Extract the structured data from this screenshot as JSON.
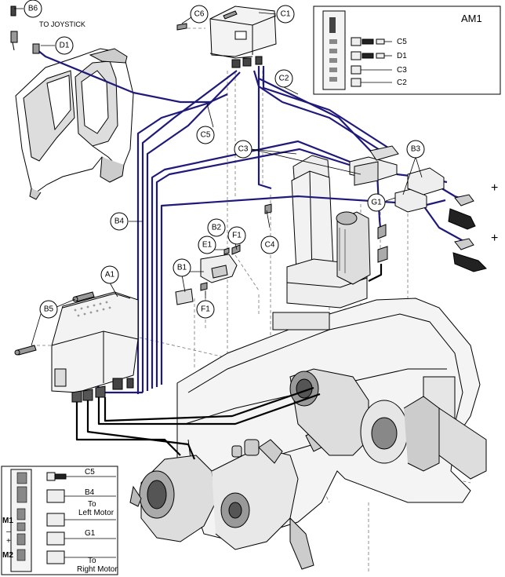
{
  "callouts": {
    "b6": "B6",
    "d1": "D1",
    "c6": "C6",
    "c1": "C1",
    "c2": "C2",
    "c5": "C5",
    "c3": "C3",
    "b3": "B3",
    "g1": "G1",
    "b4": "B4",
    "c4": "C4",
    "b2": "B2",
    "f1_top": "F1",
    "e1": "E1",
    "b1": "B1",
    "f1_bottom": "F1",
    "a1": "A1",
    "b5": "B5"
  },
  "to_joystick_label": "TO JOYSTICK",
  "battery_terminals": {
    "top": "+",
    "bottom": "+"
  },
  "am1_box": {
    "title": "AM1",
    "labels": [
      "C5",
      "D1",
      "C3",
      "C2"
    ]
  },
  "controller_inset": {
    "port_labels": [
      "M1",
      "–",
      "+",
      "M2"
    ],
    "labels": {
      "c5": "C5",
      "b4": "B4",
      "left_motor_line1": "To",
      "left_motor_line2": "Left Motor",
      "g1": "G1",
      "right_motor_line1": "To",
      "right_motor_line2": "Right Motor"
    }
  },
  "colors": {
    "harness": "#1f1a7a",
    "motor_cable": "#000000",
    "line": "#000000",
    "dashed": "#777777"
  }
}
